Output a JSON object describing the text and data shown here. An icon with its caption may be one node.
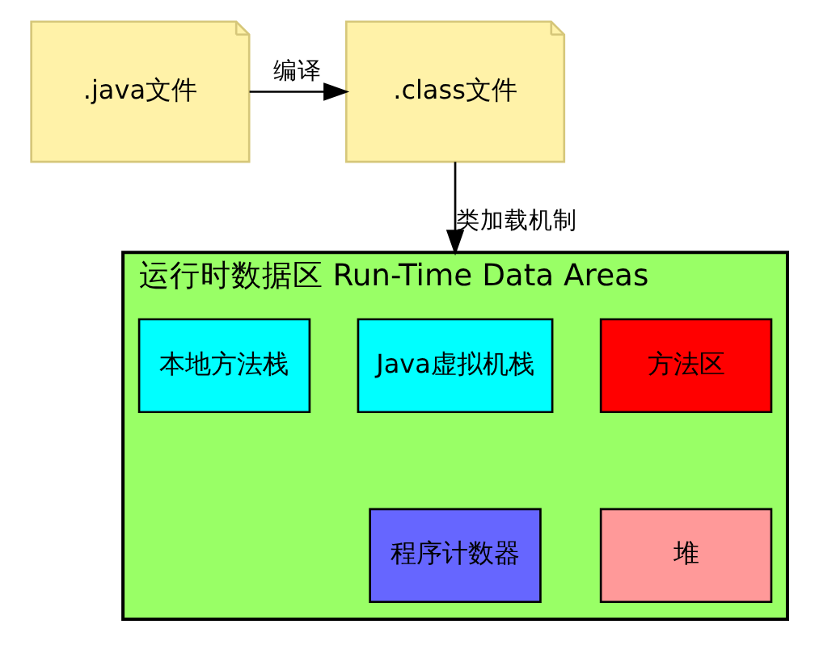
{
  "diagram": {
    "nodes": [
      {
        "text": [
          ".java文件"
        ]
      },
      {
        "text": [
          ".class文件"
        ]
      },
      {
        "text": [
          "运行时数据区 Run-Time Data Areas"
        ]
      },
      {
        "text": [
          "方法区"
        ],
        "in": 2
      },
      {
        "text": [
          "Java虚拟机栈"
        ],
        "in": 2
      },
      {
        "text": [
          "本地方法栈"
        ],
        "in": 2
      },
      {
        "text": [
          "堆"
        ],
        "in": 2
      },
      {
        "text": [
          "程序计数器"
        ],
        "in": 2
      }
    ],
    "edges": [
      {
        "from": 0,
        "to": 1,
        "arrow": "to",
        "label": "编译"
      },
      {
        "from": 1,
        "to": 2,
        "arrow": "to",
        "label": "类加载机制"
      }
    ]
  }
}
